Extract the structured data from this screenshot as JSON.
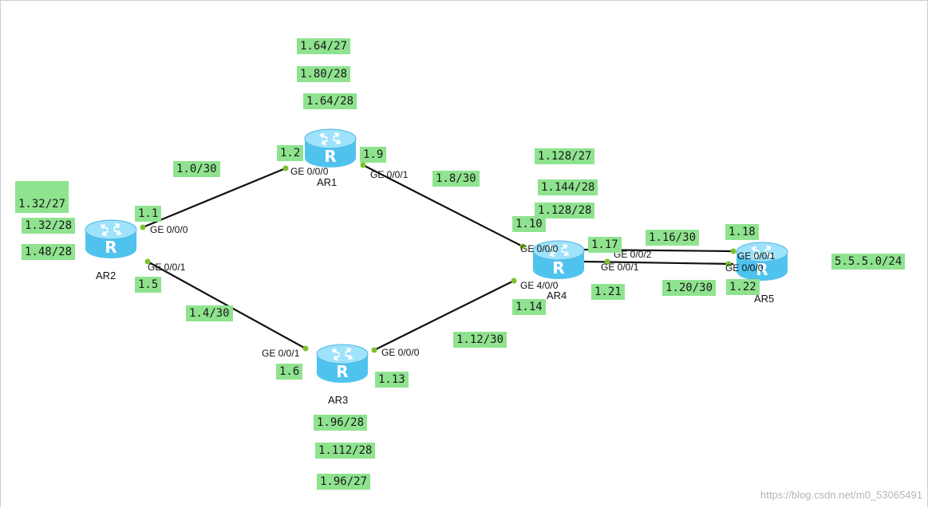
{
  "routers": [
    {
      "id": "ar1",
      "name": "AR1",
      "glyph": "R"
    },
    {
      "id": "ar2",
      "name": "AR2",
      "glyph": "R"
    },
    {
      "id": "ar3",
      "name": "AR3",
      "glyph": "R"
    },
    {
      "id": "ar4",
      "name": "AR4",
      "glyph": "R"
    },
    {
      "id": "ar5",
      "name": "AR5",
      "glyph": "R"
    }
  ],
  "ports": [
    "GE 0/0/0",
    "GE 0/0/1",
    "GE 0/0/0",
    "GE 0/0/1",
    "GE 0/0/1",
    "GE 0/0/0",
    "GE 0/0/0",
    "GE 4/0/0",
    "GE 0/0/2",
    "GE 0/0/1",
    "GE 0/0/1",
    "GE 0/0/0"
  ],
  "labels": {
    "ar1_nets": [
      "1.64/27",
      "1.80/28",
      "1.64/28"
    ],
    "ar2_nets": [
      "1.32/27",
      "1.32/28",
      "1.48/28"
    ],
    "ar3_nets": [
      "1.96/28",
      "1.112/28",
      "1.96/27"
    ],
    "ar4_nets": [
      "1.128/27",
      "1.144/28",
      "1.128/28"
    ],
    "ar5_net": "5.5.5.0/24",
    "link_ar2_ar1": "1.0/30",
    "link_ar1_ar4": "1.8/30",
    "link_ar2_ar3": "1.4/30",
    "link_ar3_ar4": "1.12/30",
    "link_ar4_ar5_a": "1.16/30",
    "link_ar4_ar5_b": "1.20/30",
    "ip_1_1": "1.1",
    "ip_1_2": "1.2",
    "ip_1_5": "1.5",
    "ip_1_6": "1.6",
    "ip_1_9": "1.9",
    "ip_1_10": "1.10",
    "ip_1_13": "1.13",
    "ip_1_14": "1.14",
    "ip_1_17": "1.17",
    "ip_1_18": "1.18",
    "ip_1_21": "1.21",
    "ip_1_22": "1.22"
  },
  "watermark": "https://blog.csdn.net/m0_53065491",
  "colors": {
    "label_bg": "#8fe38f",
    "link": "#111111",
    "router_body": "#4fc3ee",
    "router_top": "#9fe2fb",
    "port_dot": "#7dc02a"
  }
}
